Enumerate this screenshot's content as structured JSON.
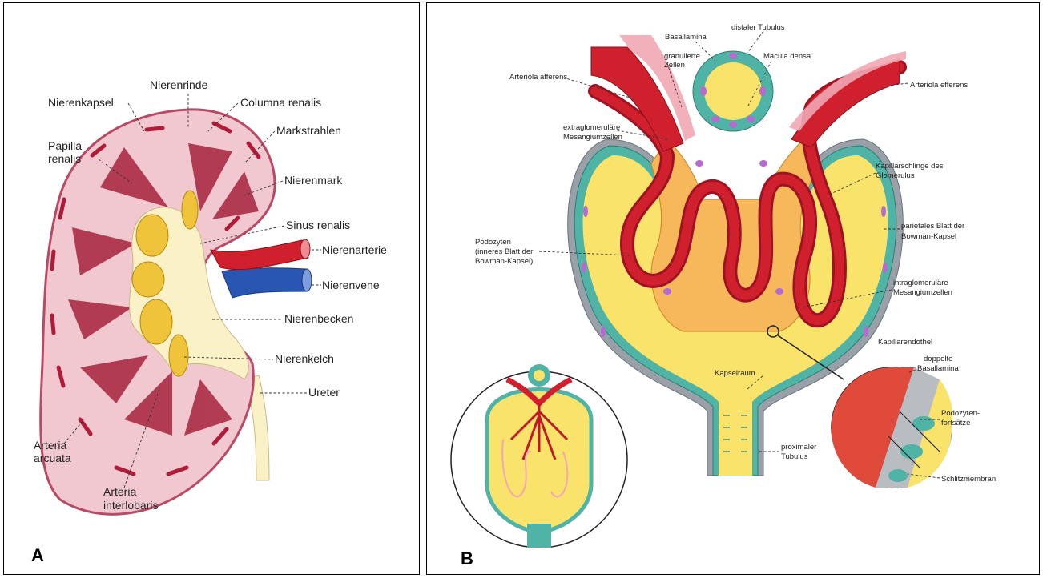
{
  "panel_a": {
    "letter": "A",
    "labels": {
      "nierenrinde": "Nierenrinde",
      "nierenkapsel": "Nierenkapsel",
      "columna_renalis": "Columna renalis",
      "markstrahlen": "Markstrahlen",
      "papilla_1": "Papilla",
      "papilla_2": "renalis",
      "nierenmark": "Nierenmark",
      "sinus_renalis": "Sinus renalis",
      "nierenarterie": "Nierenarterie",
      "nierenvene": "Nierenvene",
      "nierenbecken": "Nierenbecken",
      "nierenkelch": "Nierenkelch",
      "ureter": "Ureter",
      "arteria_arcuata_1": "Arteria",
      "arteria_arcuata_2": "arcuata",
      "arteria_interlobaris_1": "Arteria",
      "arteria_interlobaris_2": "interlobaris"
    }
  },
  "panel_b": {
    "letter": "B",
    "labels": {
      "basallamina": "Basallamina",
      "distaler_tubulus": "distaler Tubulus",
      "granulierte_1": "granulierte",
      "granulierte_2": "Zellen",
      "macula_densa": "Macula densa",
      "arteriola_afferens": "Arteriola afferens",
      "arteriola_efferens": "Arteriola efferens",
      "extraglom_1": "extraglomeruläre",
      "extraglom_2": "Mesangiumzellen",
      "kapillarschlinge_1": "Kapillarschlinge des",
      "kapillarschlinge_2": "Glomerulus",
      "parietales_1": "parietales Blatt der",
      "parietales_2": "Bowman-Kapsel",
      "podozyten_1": "Podozyten",
      "podozyten_2": "(inneres Blatt der",
      "podozyten_3": "Bowman-Kapsel)",
      "intraglom_1": "intraglomeruläre",
      "intraglom_2": "Mesangiumzellen",
      "kapillarendothel": "Kapillarendothel",
      "doppelte_1": "doppelte",
      "doppelte_2": "Basallamina",
      "kapselraum": "Kapselraum",
      "podozytenfort_1": "Podozyten-",
      "podozytenfort_2": "fortsätze",
      "proximaler_1": "proximaler",
      "proximaler_2": "Tubulus",
      "schlitzmembran": "Schlitzmembran"
    }
  },
  "colors": {
    "cortex": "#f1c8cf",
    "medulla": "#a8233f",
    "pelvis": "#fbf1c6",
    "fat": "#f0c43a",
    "artery": "#d0202e",
    "vein": "#2a56b3",
    "bowman_wall": "#4fb3a6",
    "capsule_space": "#f9e36a",
    "mesangium": "#f6b85b",
    "nuclei": "#b66bd0"
  }
}
